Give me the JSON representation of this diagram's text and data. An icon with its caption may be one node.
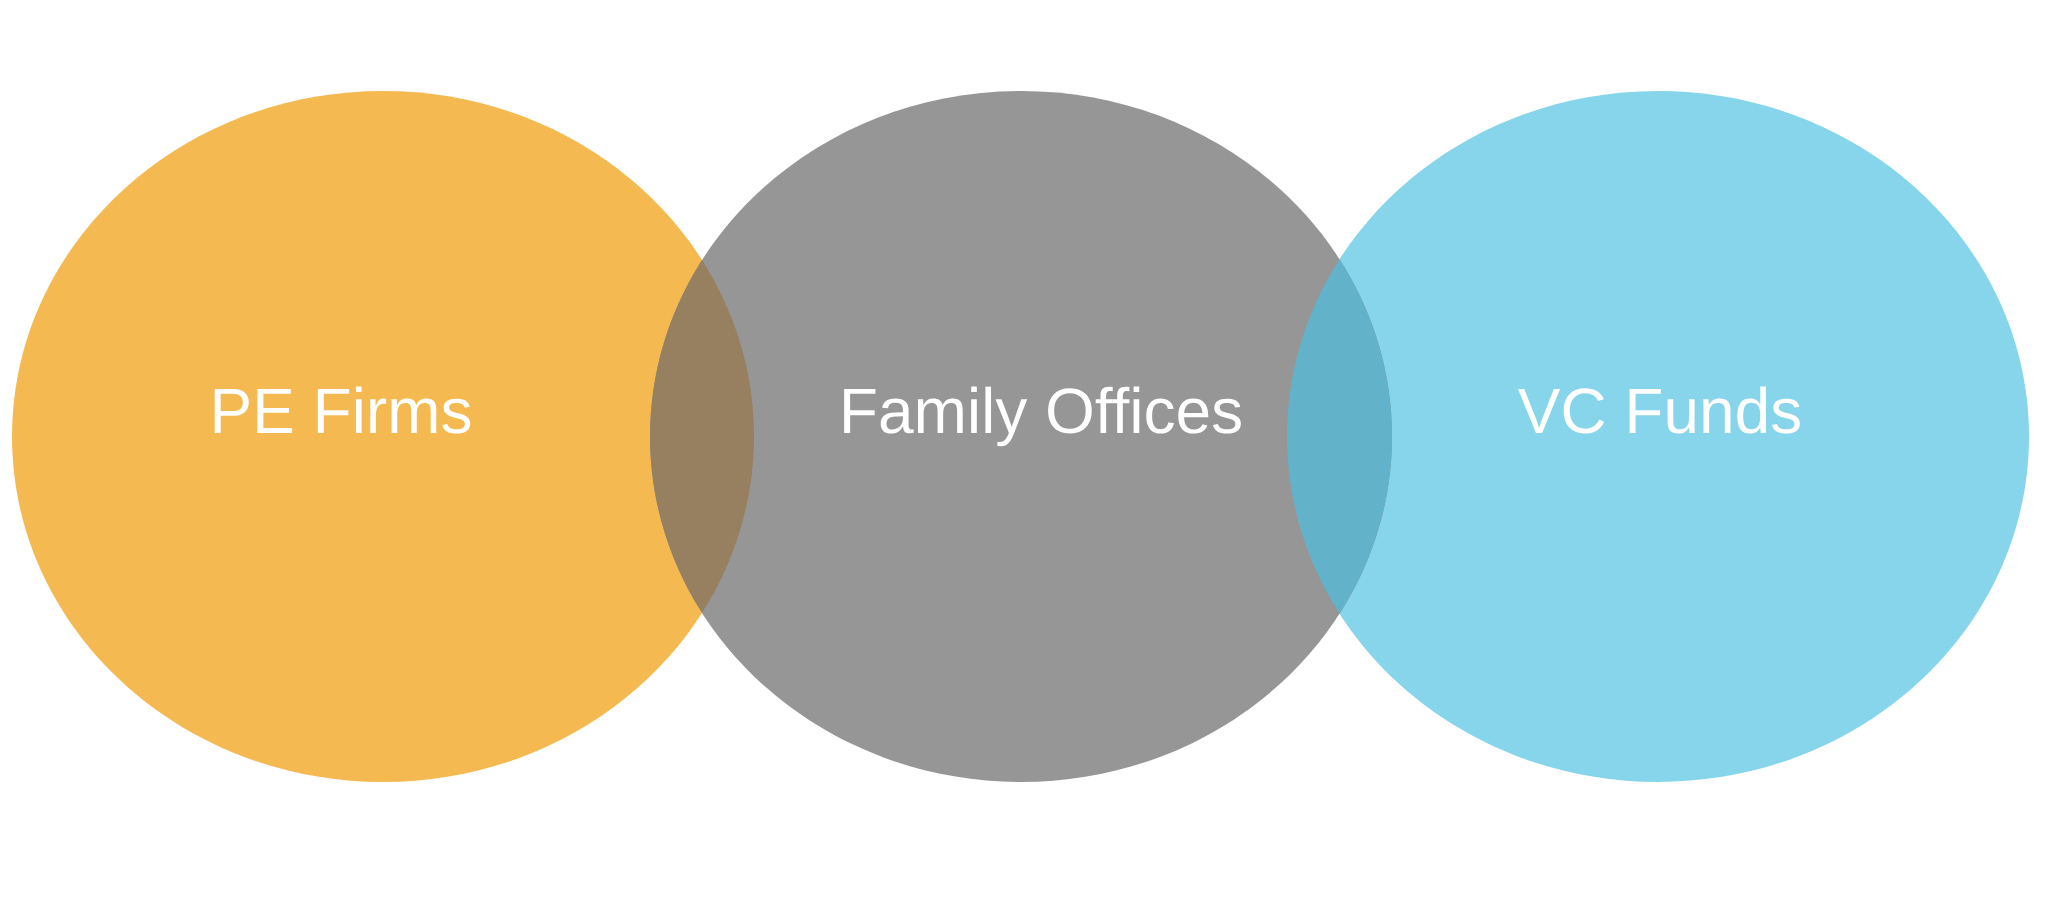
{
  "diagram": {
    "nodes": [
      {
        "text": [
          "PE Firms"
        ]
      },
      {
        "text": [
          "Family Offices"
        ]
      },
      {
        "text": [
          "VC Funds"
        ]
      }
    ]
  }
}
